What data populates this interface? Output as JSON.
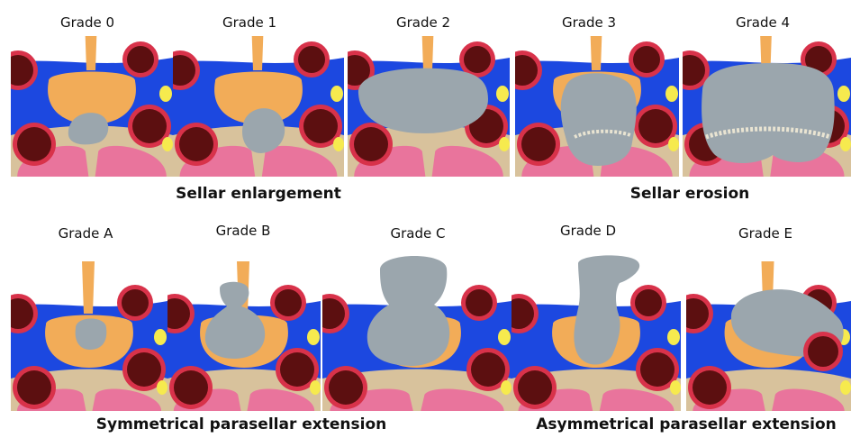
{
  "top_row": {
    "grades": [
      "Grade 0",
      "Grade 1",
      "Grade 2",
      "Grade 3",
      "Grade 4"
    ],
    "caption_left": "Sellar enlargement",
    "caption_right": "Sellar erosion"
  },
  "bottom_row": {
    "grades": [
      "Grade A",
      "Grade B",
      "Grade C",
      "Grade D",
      "Grade E"
    ],
    "caption_left": "Symmetrical parasellar extension",
    "caption_right": "Asymmetrical parasellar extension"
  },
  "colors": {
    "blue": "#1c48e0",
    "pituitary": "#f2ac58",
    "tumor": "#9ba6ad",
    "vessel_fill": "#5c0f10",
    "vessel_ring": "#d8324a",
    "sphenoid": "#e9749c",
    "bone": "#d8c29c",
    "fat": "#f6ea4e"
  }
}
